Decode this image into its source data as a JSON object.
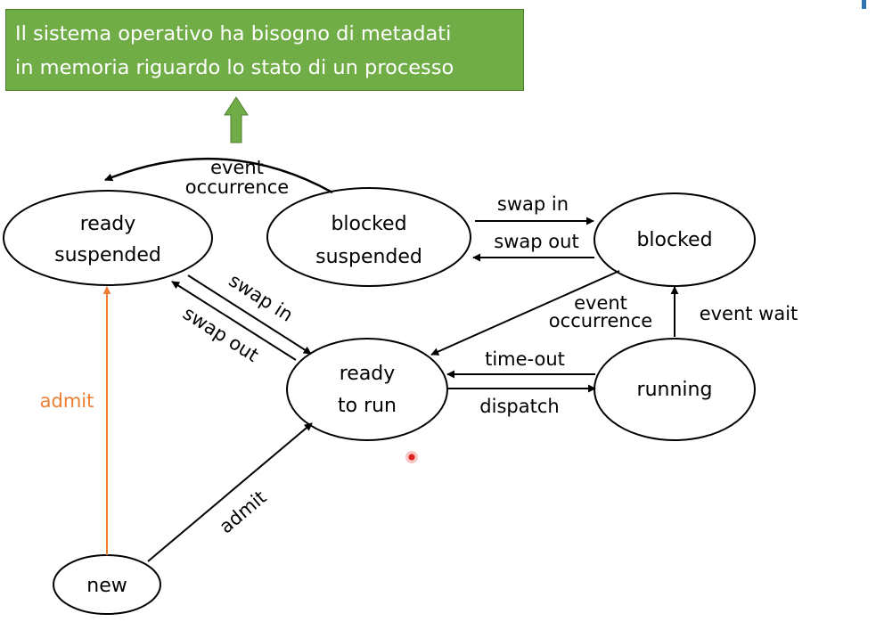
{
  "callout": {
    "line1": "Il sistema operativo ha bisogno di metadati",
    "line2": "in memoria riguardo lo stato di un processo",
    "fill_color": "#70ad47"
  },
  "states": {
    "ready_suspended": {
      "line1": "ready",
      "line2": "suspended"
    },
    "blocked_suspended": {
      "line1": "blocked",
      "line2": "suspended"
    },
    "blocked": {
      "line1": "blocked"
    },
    "ready_to_run": {
      "line1": "ready",
      "line2": "to run"
    },
    "running": {
      "line1": "running"
    },
    "new": {
      "line1": "new"
    }
  },
  "edges": {
    "event_occurrence_top": {
      "line1": "event",
      "line2": "occurrence"
    },
    "swap_in_blocked": "swap in",
    "swap_out_blocked": "swap out",
    "swap_in_ready": "swap in",
    "swap_out_ready": "swap out",
    "event_occurrence_mid": {
      "line1": "event",
      "line2": "occurrence"
    },
    "event_wait": "event wait",
    "time_out": "time-out",
    "dispatch": "dispatch",
    "admit_orange": "admit",
    "admit_black": "admit"
  },
  "colors": {
    "accent_orange": "#ed7d31",
    "arrow_green": "#70ad47",
    "pointer_red": "#e0201b"
  }
}
